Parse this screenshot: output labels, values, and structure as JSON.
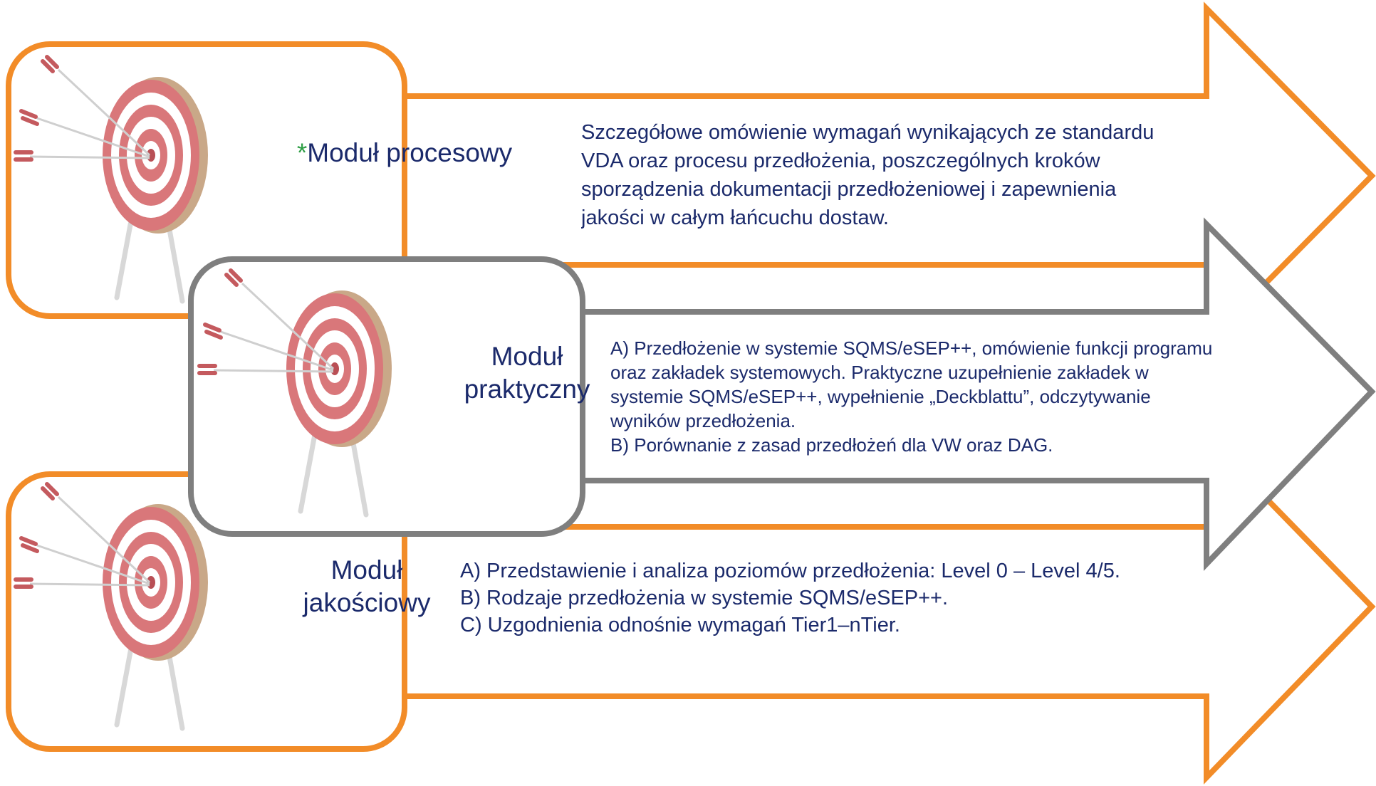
{
  "modules": [
    {
      "id": "process",
      "marker": "*",
      "label": "Moduł procesowy",
      "description": [
        "Szczegółowe omówienie wymagań wynikających ze standardu VDA oraz procesu przedłożenia, poszczególnych kroków sporządzenia dokumentacji przedłożeniowej i zapewnienia jakości w całym łańcuchu dostaw."
      ],
      "border_color": "#f28c28"
    },
    {
      "id": "practical",
      "label_lines": [
        "Moduł",
        "praktyczny"
      ],
      "description": [
        "A) Przedłożenie w systemie SQMS/eSEP++, omówienie funkcji programu oraz zakładek systemowych. Praktyczne uzupełnienie zakładek w systemie SQMS/eSEP++, wypełnienie „Deckblattu”, odczytywanie wyników przedłożenia.",
        "B) Porównanie z zasad przedłożeń dla VW oraz DAG."
      ],
      "border_color": "#7f7f7f"
    },
    {
      "id": "quality",
      "label_lines": [
        "Moduł",
        "jakościowy"
      ],
      "description": [
        "A) Przedstawienie i analiza poziomów przedłożenia: Level 0 – Level 4/5.",
        "B) Rodzaje przedłożenia w systemie SQMS/eSEP++.",
        "C) Uzgodnienia odnośnie wymagań Tier1–nTier."
      ],
      "border_color": "#f28c28"
    }
  ],
  "colors": {
    "text": "#1b2a6b",
    "star": "#2e9e45",
    "orange": "#f28c28",
    "gray": "#7f7f7f",
    "target_red": "#d9777a",
    "target_white": "#ffffff",
    "target_rim": "#c9a888"
  },
  "icons": [
    "target-icon",
    "arrow-icon"
  ]
}
